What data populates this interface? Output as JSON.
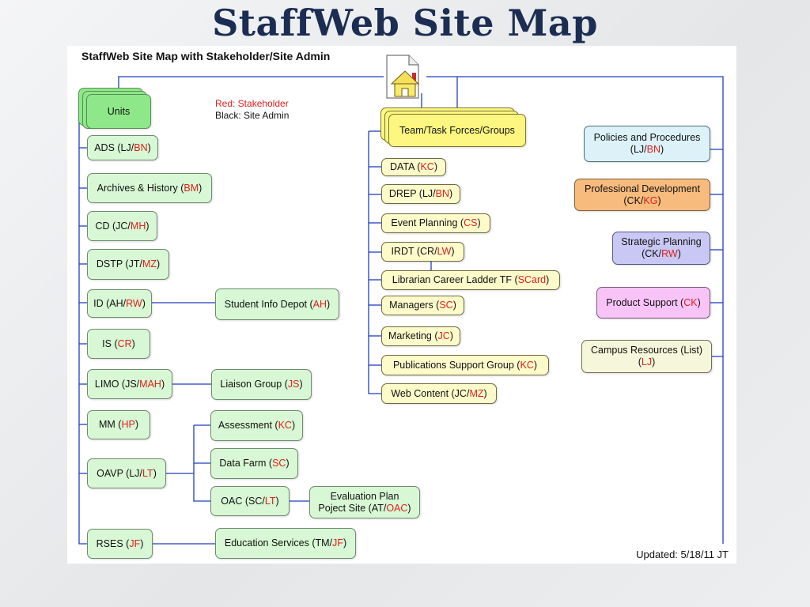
{
  "page": {
    "title": "StaffWeb Site Map"
  },
  "diagram": {
    "heading": "StaffWeb Site Map with Stakeholder/Site Admin",
    "legend": {
      "red": "Red: Stakeholder",
      "black": "Black: Site Admin"
    },
    "updated": "Updated: 5/18/11 JT",
    "home_icon": "home-page-icon",
    "groups": {
      "units": "Units",
      "teams": "Team/Task Forces/Groups"
    },
    "units": [
      {
        "name": "ADS (LJ/",
        "red": "BN",
        "end": ")"
      },
      {
        "name": "Archives & History (",
        "red": "BM",
        "end": ")"
      },
      {
        "name": "CD (JC/",
        "red": "MH",
        "end": ")"
      },
      {
        "name": "DSTP (JT/",
        "red": "MZ",
        "end": ")"
      },
      {
        "name": "ID (AH/",
        "red": "RW",
        "end": ")"
      },
      {
        "name": "IS (",
        "red": "CR",
        "end": ")"
      },
      {
        "name": "LIMO (JS/",
        "red": "MAH",
        "end": ")"
      },
      {
        "name": "MM (",
        "red": "HP",
        "end": ")"
      },
      {
        "name": "OAVP (LJ/",
        "red": "LT",
        "end": ")"
      },
      {
        "name": "RSES (",
        "red": "JF",
        "end": ")"
      }
    ],
    "subunits": [
      {
        "name": "Student Info Depot (",
        "red": "AH",
        "end": ")"
      },
      {
        "name": "Liaison Group (",
        "red": "JS",
        "end": ")"
      },
      {
        "name": "Assessment (",
        "red": "KC",
        "end": ")"
      },
      {
        "name": "Data Farm (",
        "red": "SC",
        "end": ")"
      },
      {
        "name": "OAC (SC/",
        "red": "LT",
        "end": ")"
      },
      {
        "line1": "Evaluation Plan",
        "name": "Poject Site (AT/",
        "red": "OAC",
        "end": ")"
      },
      {
        "name": "Education Services (TM/",
        "red": "JF",
        "end": ")"
      }
    ],
    "teams": [
      {
        "name": "DATA (",
        "red": "KC",
        "end": ")"
      },
      {
        "name": "DREP (LJ/",
        "red": "BN",
        "end": ")"
      },
      {
        "name": "Event Planning (",
        "red": "CS",
        "end": ")"
      },
      {
        "name": "IRDT (CR/",
        "red": "LW",
        "end": ")"
      },
      {
        "name": "Librarian Career Ladder TF (",
        "red": "SCard",
        "end": ")"
      },
      {
        "name": "Managers (",
        "red": "SC",
        "end": ")"
      },
      {
        "name": "Marketing (",
        "red": "JC",
        "end": ")"
      },
      {
        "name": "Publications Support Group (",
        "red": "KC",
        "end": ")"
      },
      {
        "name": "Web Content (JC/",
        "red": "MZ",
        "end": ")"
      }
    ],
    "right": [
      {
        "line1": "Policies and Procedures",
        "name": "(LJ/",
        "red": "BN",
        "end": ")"
      },
      {
        "line1": "Professional Development",
        "name": "(CK/",
        "red": "KG",
        "end": ")"
      },
      {
        "line1": "Strategic Planning",
        "name": "(CK/",
        "red": "RW",
        "end": ")"
      },
      {
        "name": "Product Support (",
        "red": "CK",
        "end": ")"
      },
      {
        "line1": "Campus Resources (List)",
        "name": "(",
        "red": "LJ",
        "end": ")"
      }
    ],
    "colors": {
      "connector": "#1f3fbf",
      "stakeholder": "#e0201c",
      "unit_fill": "#d8f7d4",
      "team_fill": "#fefbcb"
    }
  }
}
